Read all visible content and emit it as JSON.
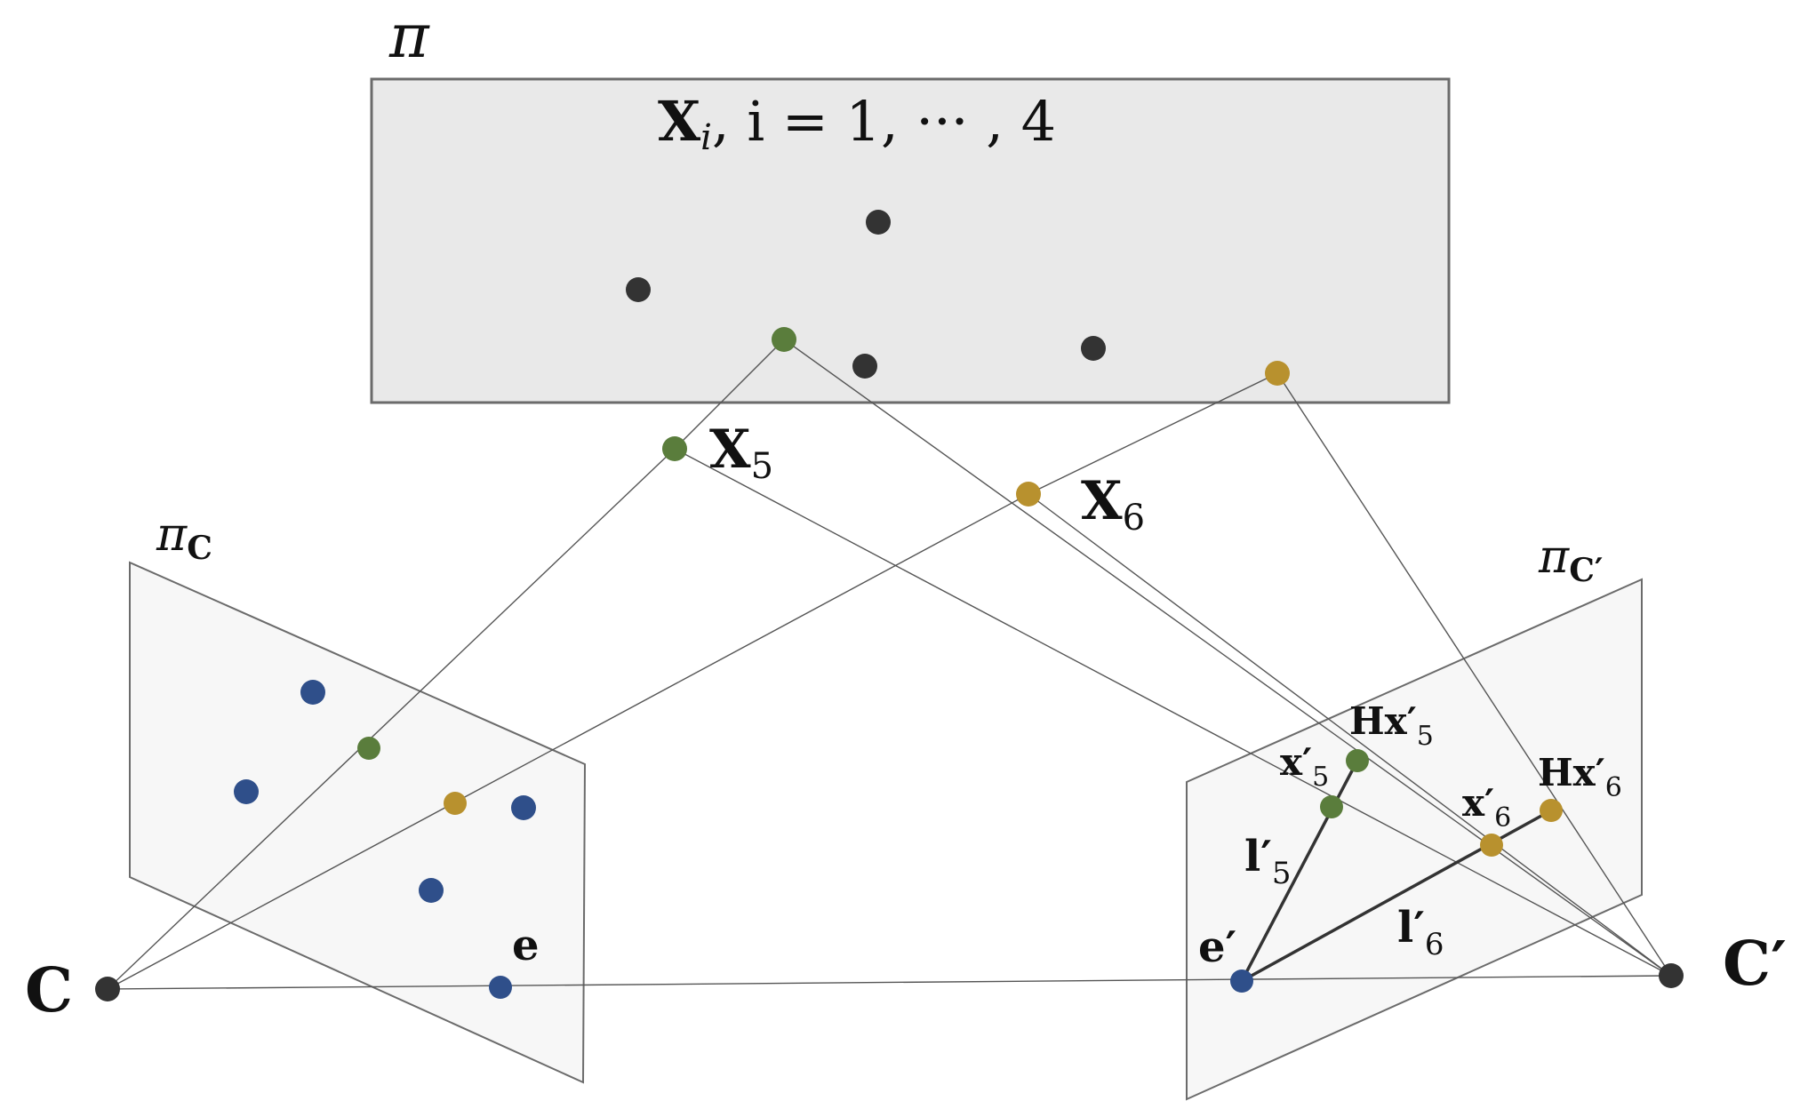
{
  "labels": {
    "plane_pi": "π",
    "world_points_symbol": "X",
    "world_points_index": "i",
    "world_points_range": ",  i = 1, ··· , 4",
    "x5_main": "X",
    "x5_sub": "5",
    "x6_main": "X",
    "x6_sub": "6",
    "pi_c_main": "π",
    "pi_c_sub": "C",
    "pi_cp_main": "π",
    "pi_cp_sub": "C′",
    "camera_c": "C",
    "camera_cp": "C′",
    "epipole_e": "e",
    "epipole_ep": "e′",
    "hx5_main": "Hx′",
    "hx5_sub": "5",
    "x5p_main": "x′",
    "x5p_sub": "5",
    "hx6_main": "Hx′",
    "hx6_sub": "6",
    "x6p_main": "x′",
    "x6p_sub": "6",
    "l5_main": "l′",
    "l5_sub": "5",
    "l6_main": "l′",
    "l6_sub": "6"
  },
  "colors": {
    "dark_point": "#333333",
    "green_point": "#5a7d3c",
    "gold_point": "#b8912e",
    "blue_point": "#2f4f8a",
    "plane_pi_fill": "#e9e9e9",
    "image_plane_fill": "#f7f7f7",
    "stroke": "#6b6b6b",
    "epipolar_line": "#333333"
  }
}
